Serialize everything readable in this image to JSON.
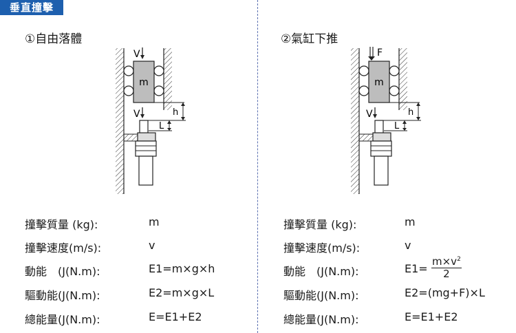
{
  "header": {
    "tag": "垂直撞擊"
  },
  "left": {
    "title": "①自由落體",
    "figure": {
      "mass_label": "m",
      "velocity_top": "V",
      "velocity_bottom": "V",
      "h_label": "h",
      "l_label": "L"
    },
    "rows": [
      {
        "label": "撞擊質量 (kg):",
        "value": "m"
      },
      {
        "label": "撞擊速度(m/s):",
        "value": "v"
      },
      {
        "label": "動能　(J(N.m):",
        "value": "E1=m×g×h"
      },
      {
        "label": "驅動能(J(N.m):",
        "value": "E2=m×g×L"
      },
      {
        "label": "總能量(J(N.m):",
        "value": "E=E1+E2"
      }
    ]
  },
  "right": {
    "title": "②氣缸下推",
    "figure": {
      "mass_label": "m",
      "force_label": "F",
      "velocity_bottom": "V",
      "h_label": "h",
      "l_label": "L"
    },
    "rows": [
      {
        "label": "撞擊質量 (kg):",
        "value": "m"
      },
      {
        "label": "撞擊速度(m/s):",
        "value": "v"
      },
      {
        "label": "動能　(J(N.m):",
        "value": "E1=",
        "frac_num": "m×v",
        "frac_sup": "2",
        "frac_den": "2"
      },
      {
        "label": "驅動能(J(N.m):",
        "value": "E2=(mg+F)×L"
      },
      {
        "label": "總能量(J(N.m):",
        "value": "E=E1+E2"
      }
    ]
  }
}
